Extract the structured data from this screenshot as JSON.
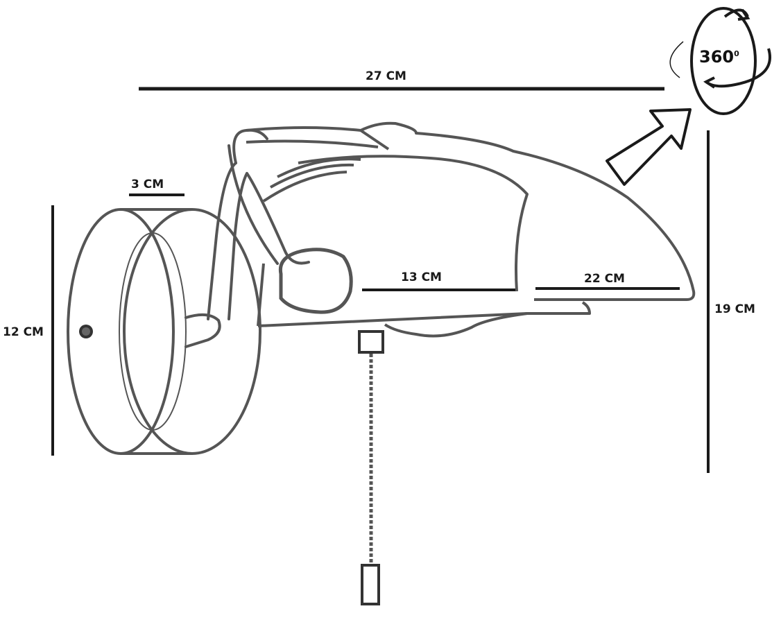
{
  "dimensions": {
    "overall_width": "27 CM",
    "base_depth": "3 CM",
    "base_height": "12 CM",
    "shade_inner": "13 CM",
    "shade_outer": "22 CM",
    "overall_height": "19 CM"
  },
  "rotation": {
    "value": "360",
    "unit": "0"
  },
  "colors": {
    "line": "#1a1a1a",
    "sketch": "#555555",
    "background": "#ffffff"
  }
}
